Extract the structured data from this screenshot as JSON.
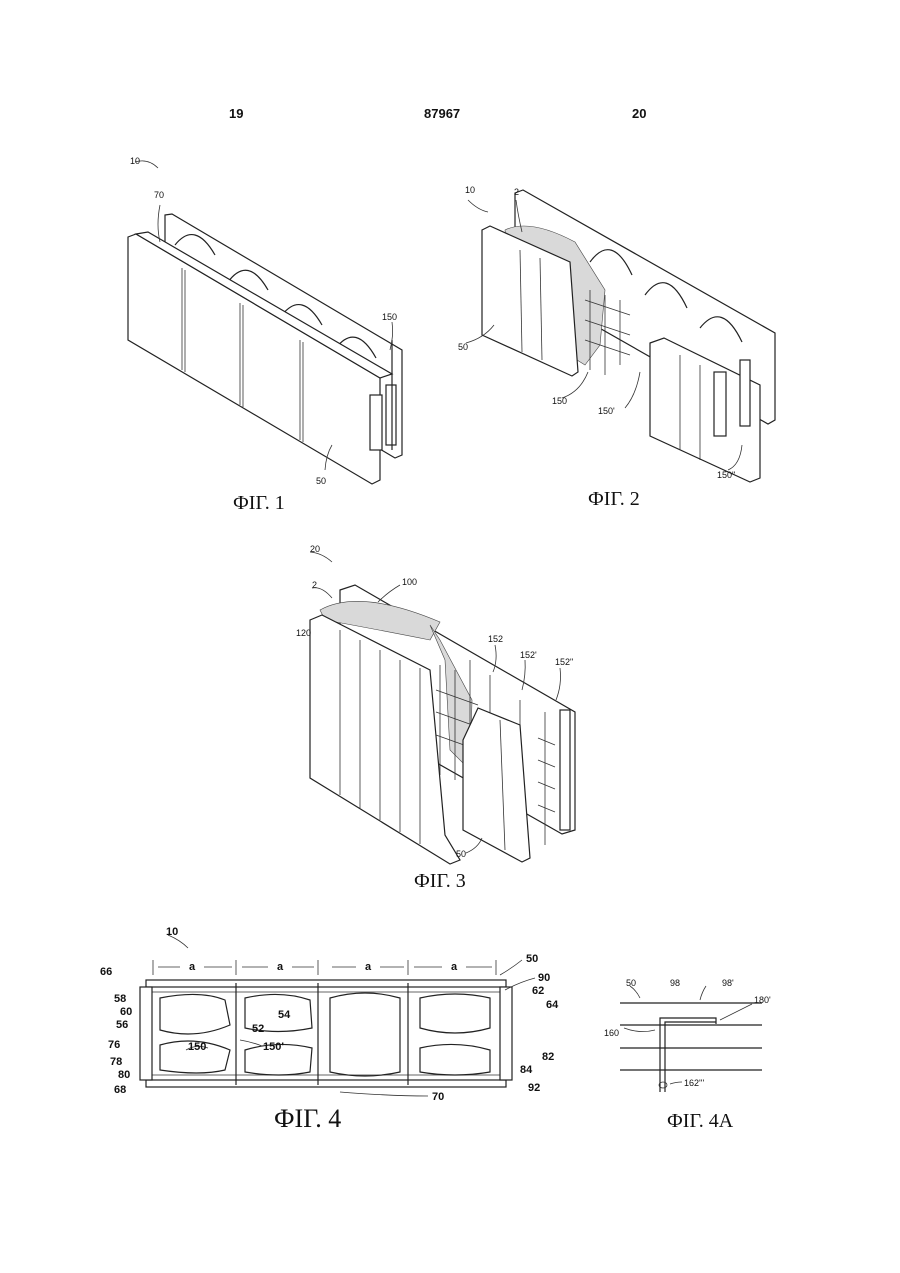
{
  "header": {
    "page_left": "19",
    "patent_number": "87967",
    "page_right": "20"
  },
  "figures": [
    {
      "caption": "ФІГ. 1",
      "labels": [
        "10",
        "70",
        "150",
        "50"
      ]
    },
    {
      "caption": "ФІГ. 2",
      "labels": [
        "10",
        "2",
        "50",
        "150",
        "150'",
        "150\""
      ]
    },
    {
      "caption": "ФІГ. 3",
      "labels": [
        "20",
        "2",
        "100",
        "120",
        "152",
        "152'",
        "152\"",
        "50"
      ]
    },
    {
      "caption": "ФІГ. 4",
      "labels": [
        "10",
        "a",
        "a",
        "a",
        "a",
        "50",
        "90",
        "66",
        "58",
        "60",
        "56",
        "76",
        "78",
        "80",
        "68",
        "62",
        "64",
        "82",
        "84",
        "92",
        "54",
        "52",
        "150",
        "150'",
        "70"
      ]
    },
    {
      "caption": "ФІГ. 4А",
      "labels": [
        "50",
        "98",
        "98'",
        "180'",
        "160",
        "162'''"
      ]
    }
  ]
}
